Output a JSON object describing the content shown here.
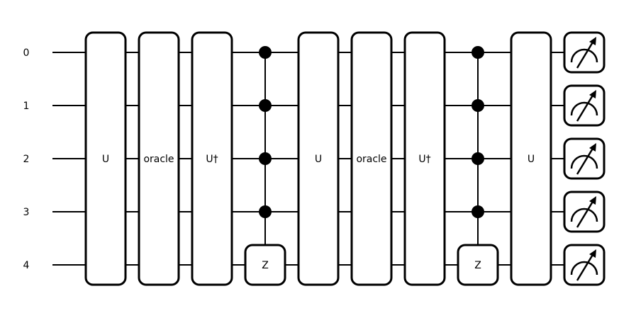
{
  "circuit": {
    "wires": [
      "0",
      "1",
      "2",
      "3",
      "4"
    ],
    "gates": [
      {
        "type": "multi",
        "label": "U"
      },
      {
        "type": "multi",
        "label": "oracle"
      },
      {
        "type": "multi",
        "label": "U†"
      },
      {
        "type": "controlled",
        "label": "Z",
        "controls": [
          0,
          1,
          2,
          3
        ],
        "target": 4
      },
      {
        "type": "multi",
        "label": "U"
      },
      {
        "type": "multi",
        "label": "oracle"
      },
      {
        "type": "multi",
        "label": "U†"
      },
      {
        "type": "controlled",
        "label": "Z",
        "controls": [
          0,
          1,
          2,
          3
        ],
        "target": 4
      },
      {
        "type": "multi",
        "label": "U"
      },
      {
        "type": "measure"
      }
    ]
  }
}
